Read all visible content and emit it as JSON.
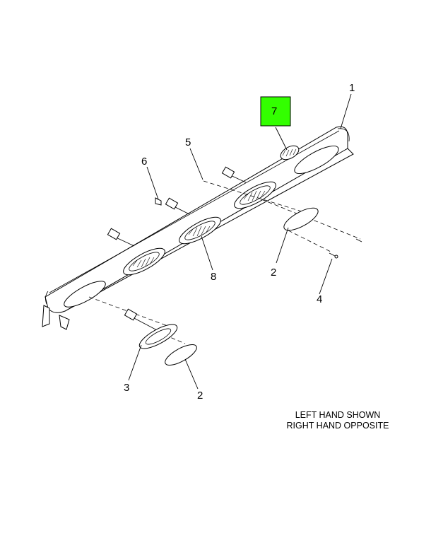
{
  "highlight_color": "#33ff00",
  "callouts": {
    "c1": "1",
    "c2a": "2",
    "c2b": "2",
    "c3": "3",
    "c4": "4",
    "c5": "5",
    "c6": "6",
    "c7": "7",
    "c8": "8"
  },
  "note": {
    "line1": "LEFT HAND SHOWN",
    "line2": "RIGHT HAND OPPOSITE"
  }
}
